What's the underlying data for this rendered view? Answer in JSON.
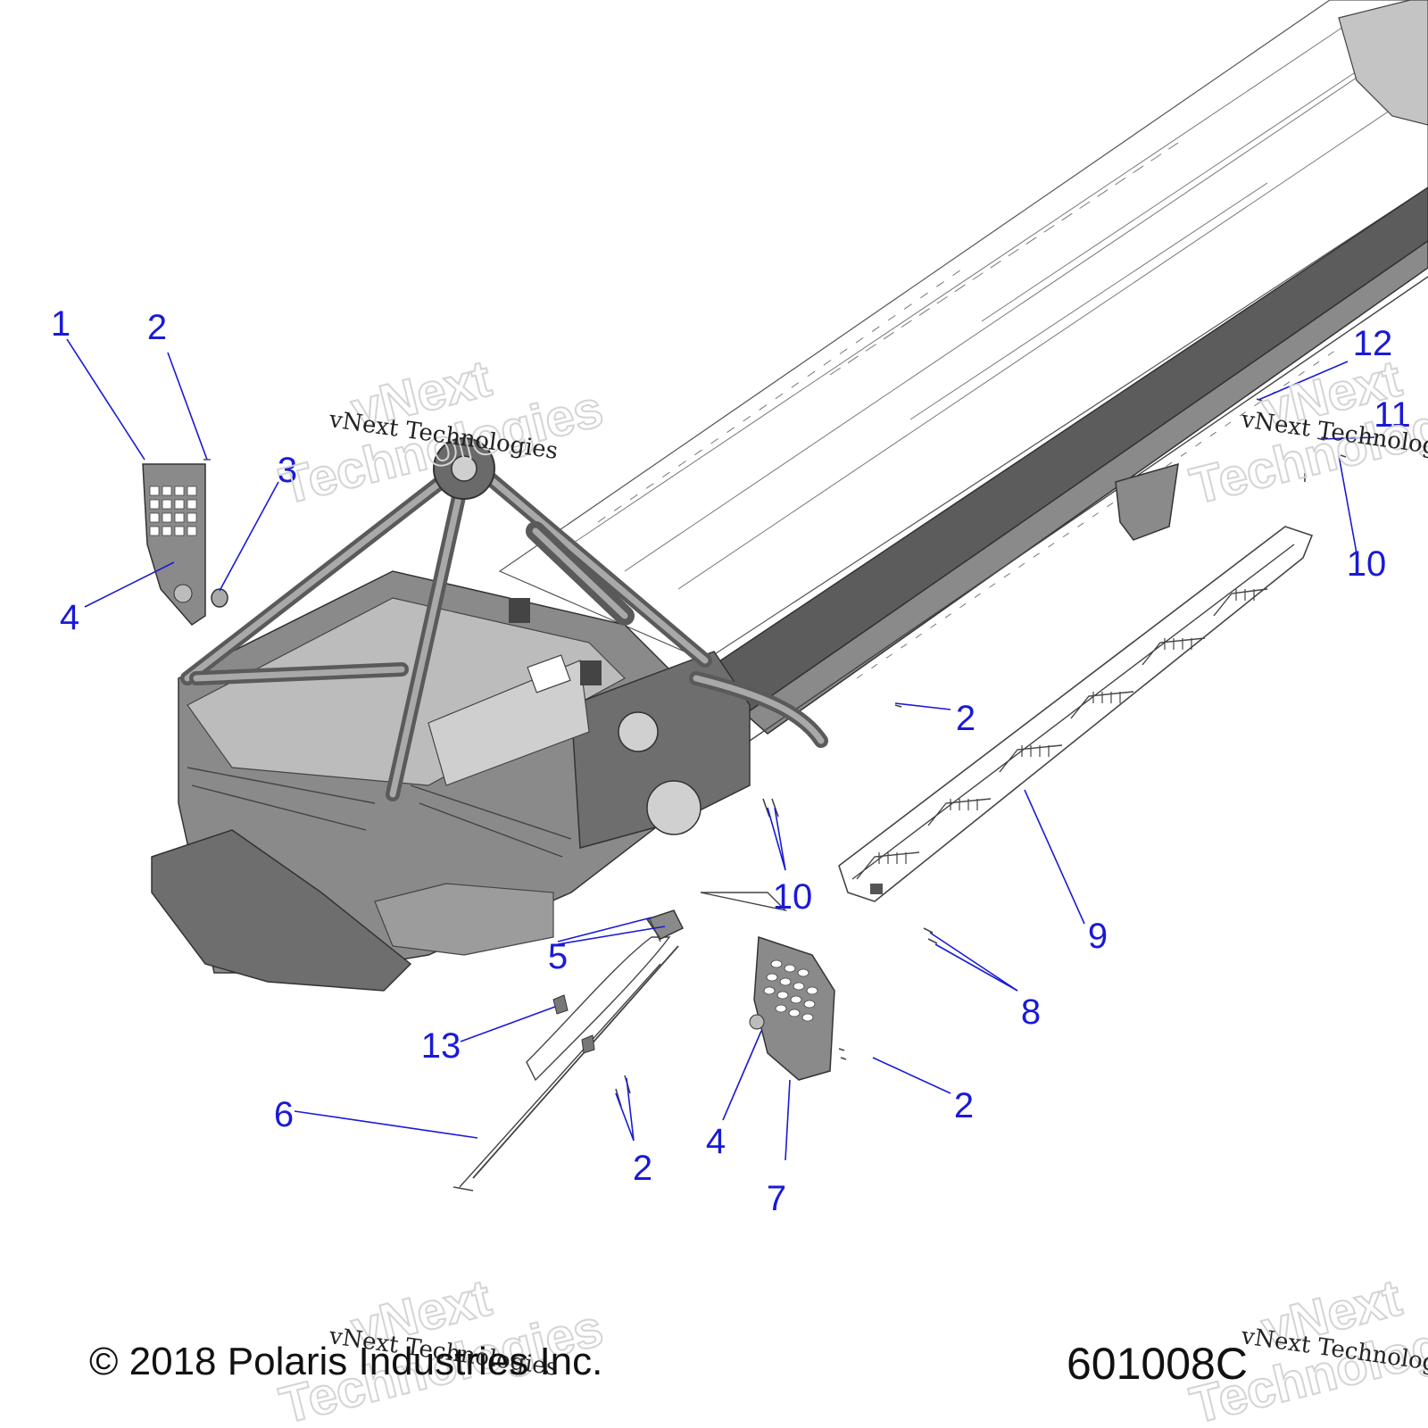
{
  "diagram": {
    "callouts": [
      {
        "id": "c1",
        "label": "1"
      },
      {
        "id": "c2a",
        "label": "2"
      },
      {
        "id": "c3",
        "label": "3"
      },
      {
        "id": "c4a",
        "label": "4"
      },
      {
        "id": "c2b",
        "label": "2"
      },
      {
        "id": "c5",
        "label": "5"
      },
      {
        "id": "c6",
        "label": "6"
      },
      {
        "id": "c2c",
        "label": "2"
      },
      {
        "id": "c4b",
        "label": "4"
      },
      {
        "id": "c7",
        "label": "7"
      },
      {
        "id": "c2d",
        "label": "2"
      },
      {
        "id": "c8",
        "label": "8"
      },
      {
        "id": "c9",
        "label": "9"
      },
      {
        "id": "c10a",
        "label": "10"
      },
      {
        "id": "c10b",
        "label": "10"
      },
      {
        "id": "c11",
        "label": "11"
      },
      {
        "id": "c12",
        "label": "12"
      },
      {
        "id": "c13",
        "label": "13"
      }
    ],
    "callout_color": "#1a1ad6"
  },
  "watermark": {
    "big_top": "vNext",
    "big_bottom": "Technologies",
    "small": "vNext Technologies"
  },
  "footer": {
    "copyright": "© 2018 Polaris Industries Inc.",
    "figure_id": "601008C"
  }
}
